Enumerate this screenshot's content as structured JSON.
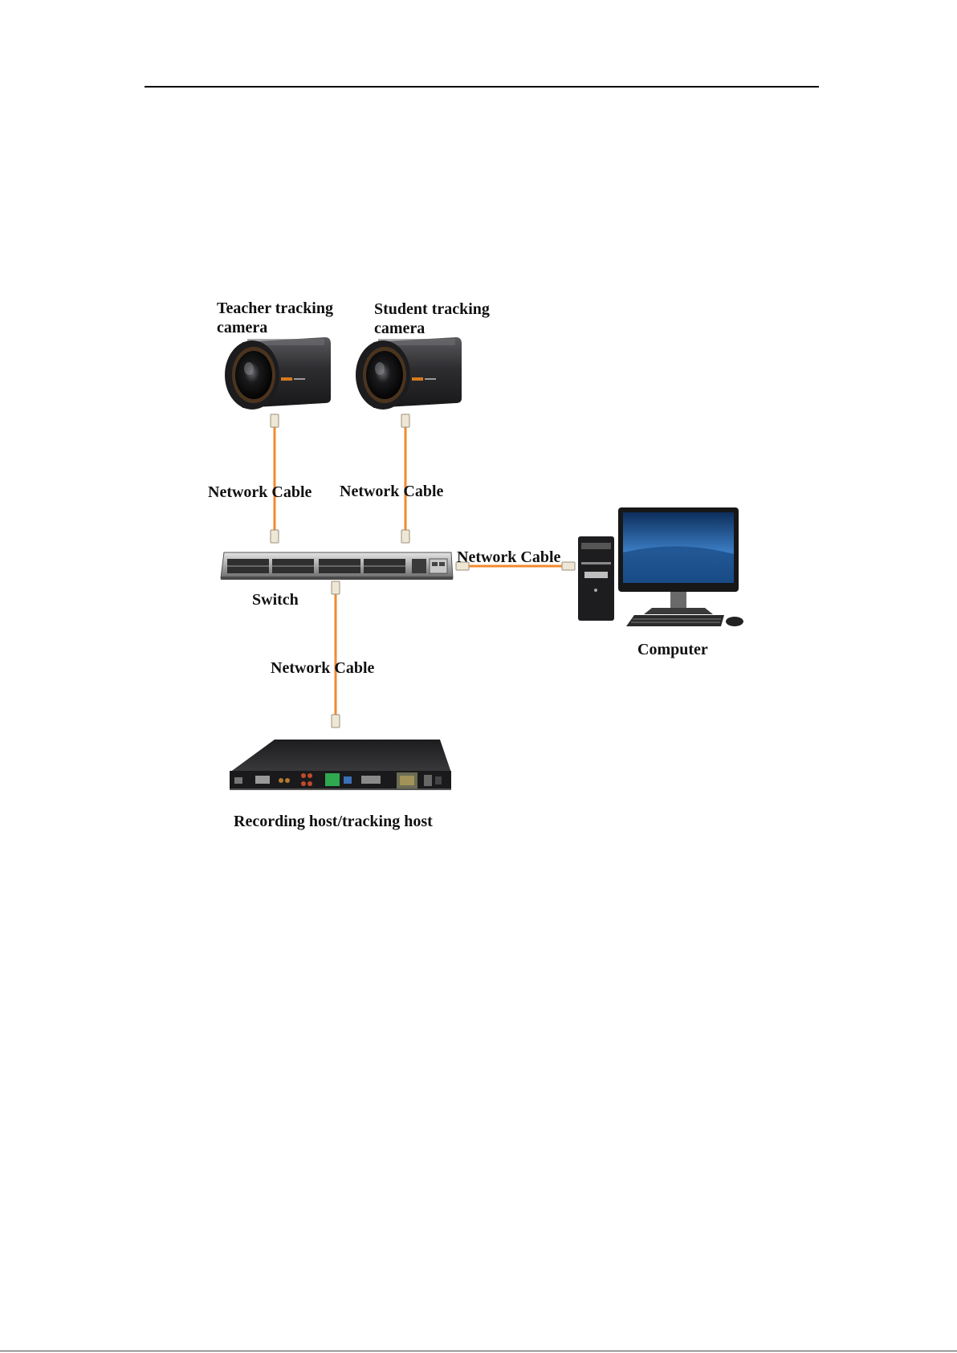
{
  "labels": {
    "teacher_camera_line1": "Teacher tracking",
    "teacher_camera_line2": "camera",
    "student_camera_line1": "Student tracking",
    "student_camera_line2": "camera",
    "cable_teacher": "Network Cable",
    "cable_student": "Network Cable",
    "cable_computer": "Network Cable",
    "cable_host": "Network Cable",
    "switch": "Switch",
    "computer": "Computer",
    "host": "Recording host/tracking host"
  },
  "colors": {
    "cable": "#f28a2e",
    "device_dark": "#2b2b2d",
    "lens_ring": "#d77a1f",
    "screen": "#1f5f9e"
  }
}
